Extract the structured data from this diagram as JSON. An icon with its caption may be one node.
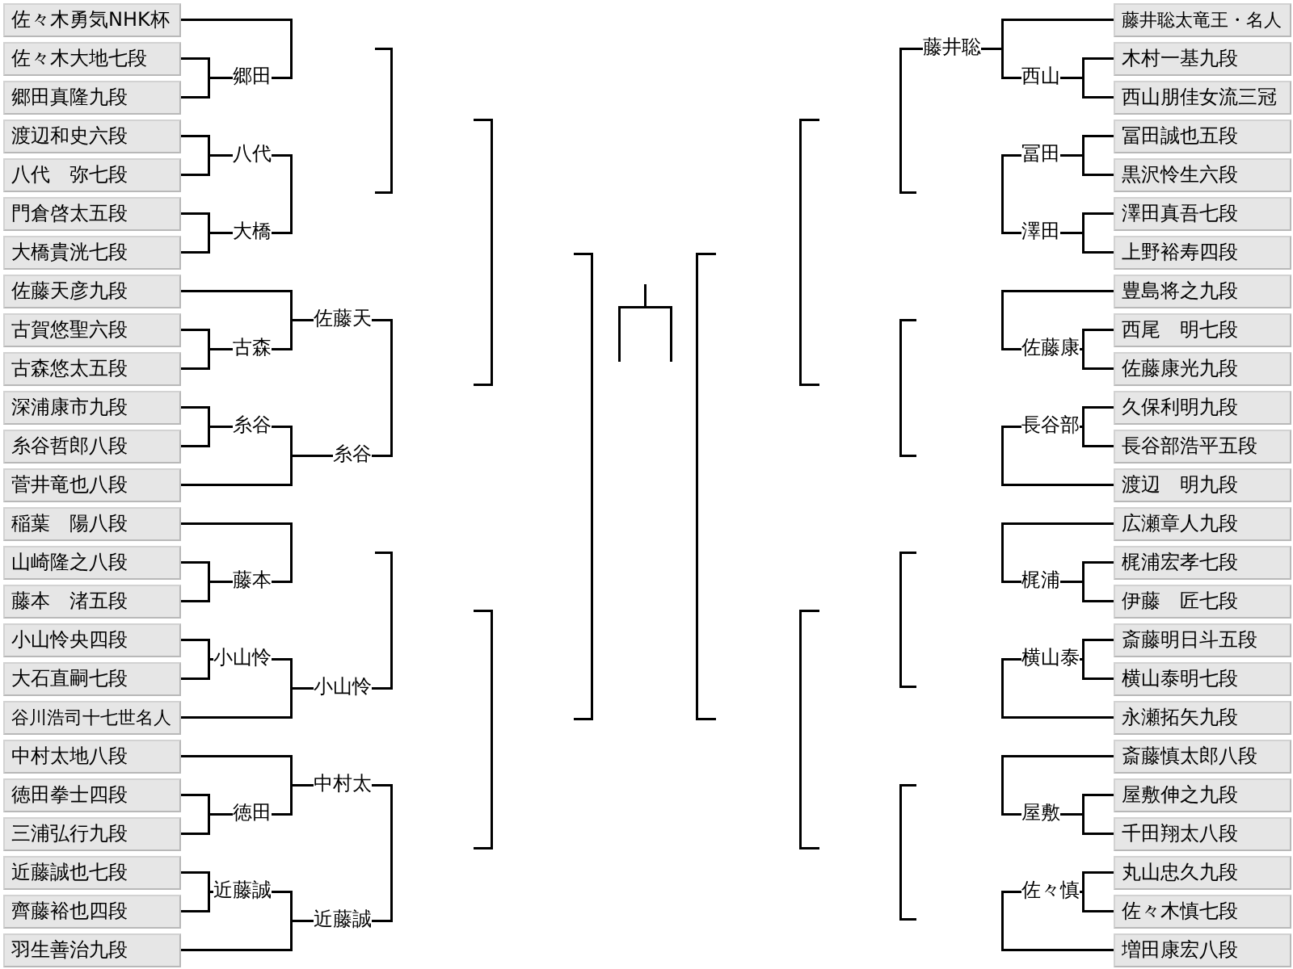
{
  "diagram": {
    "nodes": [
      {
        "text": [
          "佐々木勇気NHK杯"
        ]
      },
      {
        "text": [
          "佐々木大地七段"
        ]
      },
      {
        "text": [
          "郷田真隆九段"
        ]
      },
      {
        "text": [
          "渡辺和史六段"
        ]
      },
      {
        "text": [
          "八代　弥七段"
        ]
      },
      {
        "text": [
          "門倉啓太五段"
        ]
      },
      {
        "text": [
          "大橋貴洸七段"
        ]
      },
      {
        "text": [
          "佐藤天彦九段"
        ]
      },
      {
        "text": [
          "古賀悠聖六段"
        ]
      },
      {
        "text": [
          "古森悠太五段"
        ]
      },
      {
        "text": [
          "深浦康市九段"
        ]
      },
      {
        "text": [
          "糸谷哲郎八段"
        ]
      },
      {
        "text": [
          "菅井竜也八段"
        ]
      },
      {
        "text": [
          "稲葉　陽八段"
        ]
      },
      {
        "text": [
          "山崎隆之八段"
        ]
      },
      {
        "text": [
          "藤本　渚五段"
        ]
      },
      {
        "text": [
          "小山怜央四段"
        ]
      },
      {
        "text": [
          "大石直嗣七段"
        ]
      },
      {
        "text": [
          "谷川浩司十七世名人"
        ]
      },
      {
        "text": [
          "中村太地八段"
        ]
      },
      {
        "text": [
          "徳田拳士四段"
        ]
      },
      {
        "text": [
          "三浦弘行九段"
        ]
      },
      {
        "text": [
          "近藤誠也七段"
        ]
      },
      {
        "text": [
          "齊藤裕也四段"
        ]
      },
      {
        "text": [
          "羽生善治九段"
        ]
      },
      {
        "text": [
          "郷田"
        ]
      },
      {
        "text": [
          "八代"
        ]
      },
      {
        "text": [
          "大橋"
        ]
      },
      {
        "text": [
          "古森"
        ]
      },
      {
        "text": [
          "糸谷"
        ]
      },
      {
        "text": [
          "藤本"
        ]
      },
      {
        "text": [
          "小山怜"
        ]
      },
      {
        "text": [
          "徳田"
        ]
      },
      {
        "text": [
          "近藤誠"
        ]
      },
      {
        "text": [
          "佐藤天"
        ]
      },
      {
        "text": [
          "糸谷"
        ]
      },
      {
        "text": [
          "小山怜"
        ]
      },
      {
        "text": [
          "中村太"
        ]
      },
      {
        "text": [
          "近藤誠"
        ]
      },
      {
        "text": [
          "藤井聡"
        ]
      },
      {
        "text": [
          "西山"
        ]
      },
      {
        "text": [
          "冨田"
        ]
      },
      {
        "text": [
          "澤田"
        ]
      },
      {
        "text": [
          "佐藤康"
        ]
      },
      {
        "text": [
          "長谷部"
        ]
      },
      {
        "text": [
          "梶浦"
        ]
      },
      {
        "text": [
          "横山泰"
        ]
      },
      {
        "text": [
          "屋敷"
        ]
      },
      {
        "text": [
          "佐々慎"
        ]
      },
      {
        "text": [
          "藤井聡太竜王・名人"
        ]
      },
      {
        "text": [
          "木村一基九段"
        ]
      },
      {
        "text": [
          "西山朋佳女流三冠"
        ]
      },
      {
        "text": [
          "冨田誠也五段"
        ]
      },
      {
        "text": [
          "黒沢怜生六段"
        ]
      },
      {
        "text": [
          "澤田真吾七段"
        ]
      },
      {
        "text": [
          "上野裕寿四段"
        ]
      },
      {
        "text": [
          "豊島将之九段"
        ]
      },
      {
        "text": [
          "西尾　明七段"
        ]
      },
      {
        "text": [
          "佐藤康光九段"
        ]
      },
      {
        "text": [
          "久保利明九段"
        ]
      },
      {
        "text": [
          "長谷部浩平五段"
        ]
      },
      {
        "text": [
          "渡辺　明九段"
        ]
      },
      {
        "text": [
          "広瀬章人九段"
        ]
      },
      {
        "text": [
          "梶浦宏孝七段"
        ]
      },
      {
        "text": [
          "伊藤　匠七段"
        ]
      },
      {
        "text": [
          "斎藤明日斗五段"
        ]
      },
      {
        "text": [
          "横山泰明七段"
        ]
      },
      {
        "text": [
          "永瀬拓矢九段"
        ]
      },
      {
        "text": [
          "斎藤慎太郎八段"
        ]
      },
      {
        "text": [
          "屋敷伸之九段"
        ]
      },
      {
        "text": [
          "千田翔太八段"
        ]
      },
      {
        "text": [
          "丸山忠久九段"
        ]
      },
      {
        "text": [
          "佐々木慎七段"
        ]
      },
      {
        "text": [
          "増田康宏八段"
        ]
      }
    ],
    "edges": [
      {
        "from": 1,
        "to": 25,
        "arrow": "none"
      },
      {
        "from": 2,
        "to": 25,
        "arrow": "none"
      },
      {
        "from": 3,
        "to": 26,
        "arrow": "none"
      },
      {
        "from": 4,
        "to": 26,
        "arrow": "none"
      },
      {
        "from": 5,
        "to": 27,
        "arrow": "none"
      },
      {
        "from": 6,
        "to": 27,
        "arrow": "none"
      },
      {
        "from": 8,
        "to": 28,
        "arrow": "none"
      },
      {
        "from": 9,
        "to": 28,
        "arrow": "none"
      },
      {
        "from": 10,
        "to": 29,
        "arrow": "none"
      },
      {
        "from": 11,
        "to": 29,
        "arrow": "none"
      },
      {
        "from": 14,
        "to": 30,
        "arrow": "none"
      },
      {
        "from": 15,
        "to": 30,
        "arrow": "none"
      },
      {
        "from": 16,
        "to": 31,
        "arrow": "none"
      },
      {
        "from": 17,
        "to": 31,
        "arrow": "none"
      },
      {
        "from": 20,
        "to": 32,
        "arrow": "none"
      },
      {
        "from": 21,
        "to": 32,
        "arrow": "none"
      },
      {
        "from": 22,
        "to": 33,
        "arrow": "none"
      },
      {
        "from": 23,
        "to": 33,
        "arrow": "none"
      },
      {
        "from": 0,
        "to": 25,
        "arrow": "none"
      },
      {
        "from": 26,
        "to": 27,
        "arrow": "none"
      },
      {
        "from": 7,
        "to": 34,
        "arrow": "none"
      },
      {
        "from": 28,
        "to": 34,
        "arrow": "none"
      },
      {
        "from": 29,
        "to": 35,
        "arrow": "none"
      },
      {
        "from": 12,
        "to": 35,
        "arrow": "none"
      },
      {
        "from": 13,
        "to": 30,
        "arrow": "none"
      },
      {
        "from": 31,
        "to": 36,
        "arrow": "none"
      },
      {
        "from": 18,
        "to": 36,
        "arrow": "none"
      },
      {
        "from": 19,
        "to": 37,
        "arrow": "none"
      },
      {
        "from": 32,
        "to": 37,
        "arrow": "none"
      },
      {
        "from": 33,
        "to": 38,
        "arrow": "none"
      },
      {
        "from": 24,
        "to": 38,
        "arrow": "none"
      },
      {
        "from": 34,
        "to": 35,
        "arrow": "none"
      },
      {
        "from": 36,
        "to": null,
        "arrow": "none"
      },
      {
        "from": 37,
        "to": 38,
        "arrow": "none"
      },
      {
        "from": 50,
        "to": 40,
        "arrow": "none"
      },
      {
        "from": 51,
        "to": 40,
        "arrow": "none"
      },
      {
        "from": 52,
        "to": 41,
        "arrow": "none"
      },
      {
        "from": 53,
        "to": 41,
        "arrow": "none"
      },
      {
        "from": 54,
        "to": 42,
        "arrow": "none"
      },
      {
        "from": 55,
        "to": 42,
        "arrow": "none"
      },
      {
        "from": 57,
        "to": 43,
        "arrow": "none"
      },
      {
        "from": 58,
        "to": 43,
        "arrow": "none"
      },
      {
        "from": 59,
        "to": 44,
        "arrow": "none"
      },
      {
        "from": 60,
        "to": 44,
        "arrow": "none"
      },
      {
        "from": 63,
        "to": 45,
        "arrow": "none"
      },
      {
        "from": 64,
        "to": 45,
        "arrow": "none"
      },
      {
        "from": 65,
        "to": 46,
        "arrow": "none"
      },
      {
        "from": 66,
        "to": 46,
        "arrow": "none"
      },
      {
        "from": 69,
        "to": 47,
        "arrow": "none"
      },
      {
        "from": 70,
        "to": 47,
        "arrow": "none"
      },
      {
        "from": 71,
        "to": 48,
        "arrow": "none"
      },
      {
        "from": 72,
        "to": 48,
        "arrow": "none"
      },
      {
        "from": 49,
        "to": 39,
        "arrow": "none"
      },
      {
        "from": 40,
        "to": 39,
        "arrow": "none"
      },
      {
        "from": 41,
        "to": 42,
        "arrow": "none"
      },
      {
        "from": 56,
        "to": 43,
        "arrow": "none"
      },
      {
        "from": 44,
        "to": 61,
        "arrow": "none"
      },
      {
        "from": 62,
        "to": 45,
        "arrow": "none"
      },
      {
        "from": 46,
        "to": 67,
        "arrow": "none"
      },
      {
        "from": 68,
        "to": 47,
        "arrow": "none"
      },
      {
        "from": 48,
        "to": 73,
        "arrow": "none"
      },
      {
        "from": 39,
        "to": null,
        "arrow": "none"
      }
    ]
  }
}
